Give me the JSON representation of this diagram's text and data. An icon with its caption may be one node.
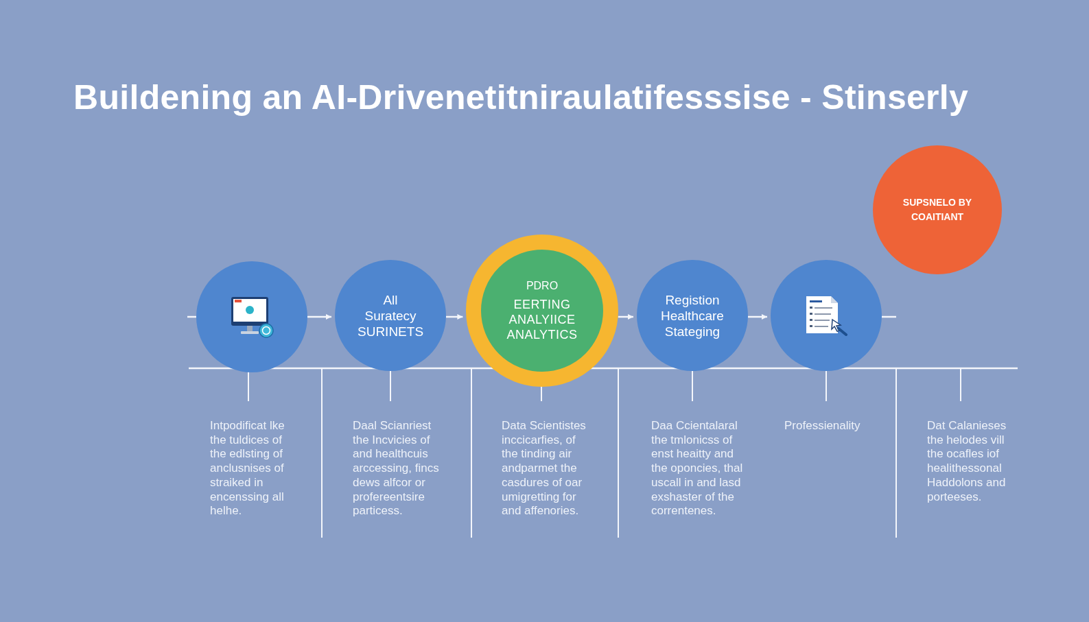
{
  "diagram": {
    "title": "Buildening an AI-Drivenetitniraulatifesssise - Stinserly",
    "nodes": [
      {
        "text": [],
        "shape": "circle"
      },
      {
        "text": [
          "All Suratecy SURINETS"
        ]
      },
      {
        "text": [
          "PDRO",
          "EERTING ANALYIICE ANALYTICS"
        ]
      },
      {
        "text": [
          "Registion Healthcare Stateging"
        ]
      },
      {
        "text": [],
        "shape": "circle"
      },
      {
        "text": [
          "SUPSNELO BY COAITIANT"
        ]
      }
    ],
    "edges": [
      {
        "from": null,
        "to": 0,
        "arrow": "none"
      },
      {
        "from": 0,
        "to": 1,
        "arrow": "to"
      },
      {
        "from": 1,
        "to": 2,
        "arrow": "to"
      },
      {
        "from": 2,
        "to": 3,
        "arrow": "to"
      },
      {
        "from": 3,
        "to": 4,
        "arrow": "to"
      },
      {
        "from": 4,
        "to": null,
        "arrow": "none"
      }
    ],
    "labels": [
      "Intpodificat lke the tuldices of the edlsting of anclusnises of straiked in encenssing all helhe.",
      "Daal Scianriest the Incvicies of and healthcuis arccessing, fincs dews alfcor or profereentsire particess.",
      "Data Scientistes inccicarfies, of the tinding air andparmet the casdures of oar umigretting for and affenories.",
      "Daa Ccientalaral the tmlonicss of enst heaitty and the oponcies, thal uscall in and lasd exshaster of the correntenes.",
      "Professienality",
      "Dat Calanieses the helodes vill the ocafles iof healithessonal Haddolons and porteeses."
    ]
  }
}
